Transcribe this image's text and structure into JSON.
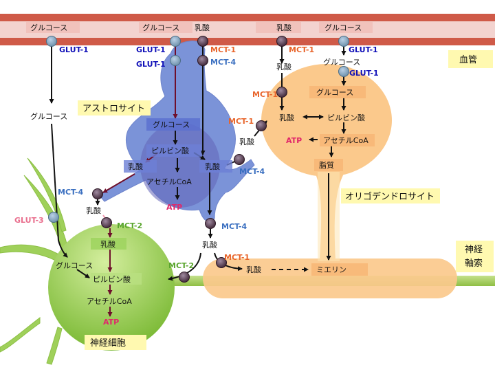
{
  "regions": {
    "blood_vessel": "血管",
    "astrocyte": "アストロサイト",
    "oligodendrocyte": "オリゴデンドロサイト",
    "axon_line1": "神経",
    "axon_line2": "軸索",
    "neuron": "神経細胞"
  },
  "vessel_molecules": {
    "glucose_1": "グルコース",
    "glucose_2": "グルコース",
    "lactate_1": "乳酸",
    "lactate_2": "乳酸",
    "glucose_3": "グルコース"
  },
  "transporters": {
    "glut1_a": "GLUT-1",
    "glut1_b": "GLUT-1",
    "glut1_c": "GLUT-1",
    "mct1_a": "MCT-1",
    "mct4_a": "MCT-4",
    "mct1_b": "MCT-1",
    "glut1_d": "GLUT-1",
    "glut1_e": "GLUT-1",
    "mct1_c": "MCT-1",
    "mct1_d": "MCT-1",
    "mct4_b": "MCT-4",
    "mct4_c": "MCT-4",
    "mct4_d": "MCT-4",
    "glut3": "GLUT-3",
    "mct2_a": "MCT-2",
    "mct2_b": "MCT-2",
    "mct1_e": "MCT-1"
  },
  "free_molecules": {
    "glucose_left": "グルコース",
    "lactate_astro_out": "乳酸",
    "lactate_mct4": "乳酸",
    "lactate_oligo_out": "乳酸"
  },
  "astrocyte_pathway": {
    "glucose": "グルコース",
    "pyruvate": "ピルビン酸",
    "lactate_left": "乳酸",
    "lactate_right": "乳酸",
    "acetyl_coa": "アセチルCoA",
    "atp": "ATP"
  },
  "oligo_pathway": {
    "lactate_in": "乳酸",
    "glucose_in": "グルコース",
    "lactate": "乳酸",
    "pyruvate": "ピルビン酸",
    "atp": "ATP",
    "acetyl_coa": "アセチルCoA",
    "lipid": "脂質"
  },
  "neuron_pathway": {
    "lactate": "乳酸",
    "glucose": "グルコース",
    "pyruvate": "ピルビン酸",
    "acetyl_coa": "アセチルCoA",
    "atp": "ATP"
  },
  "axon_pathway": {
    "lactate": "乳酸",
    "myelin": "ミエリン"
  },
  "colors": {
    "vessel_wall": "#cf5a48",
    "vessel_inner": "#f3d3cf",
    "astrocyte": "#7b93d8",
    "oligodendrocyte": "#fbc98c",
    "neuron": "#86c840",
    "axon": "#a8cf62",
    "glut_label": "#1010b8",
    "mct1_label": "#e8642a",
    "mct4_label": "#3a6fc0",
    "mct2_label": "#5aa52e",
    "glut3_label": "#e96f8e",
    "atp_label": "#e0286a",
    "region_label_bg": "#fff9b0"
  }
}
